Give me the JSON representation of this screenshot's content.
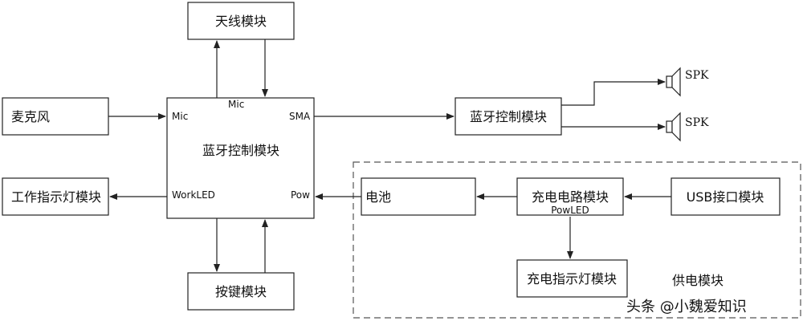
{
  "modules": {
    "antenna": "天线模块",
    "microphone": "麦克风",
    "bt_main": "蓝牙控制模块",
    "work_indicator": "工作指示灯模块",
    "buttons": "按键模块",
    "bt_audio": "蓝牙控制模块",
    "battery": "电池",
    "charging_circuit": "充电电路模块",
    "usb": "USB接口模块",
    "charge_indicator": "充电指示灯模块"
  },
  "ports": {
    "mic_top": "Mic",
    "mic_left": "Mic",
    "sma": "SMA",
    "workled": "WorkLED",
    "pow": "Pow",
    "powled": "PowLED"
  },
  "speakers": [
    "SPK",
    "SPK"
  ],
  "power_group_label": "供电模块",
  "watermark": "头条 @小魏爱知识"
}
